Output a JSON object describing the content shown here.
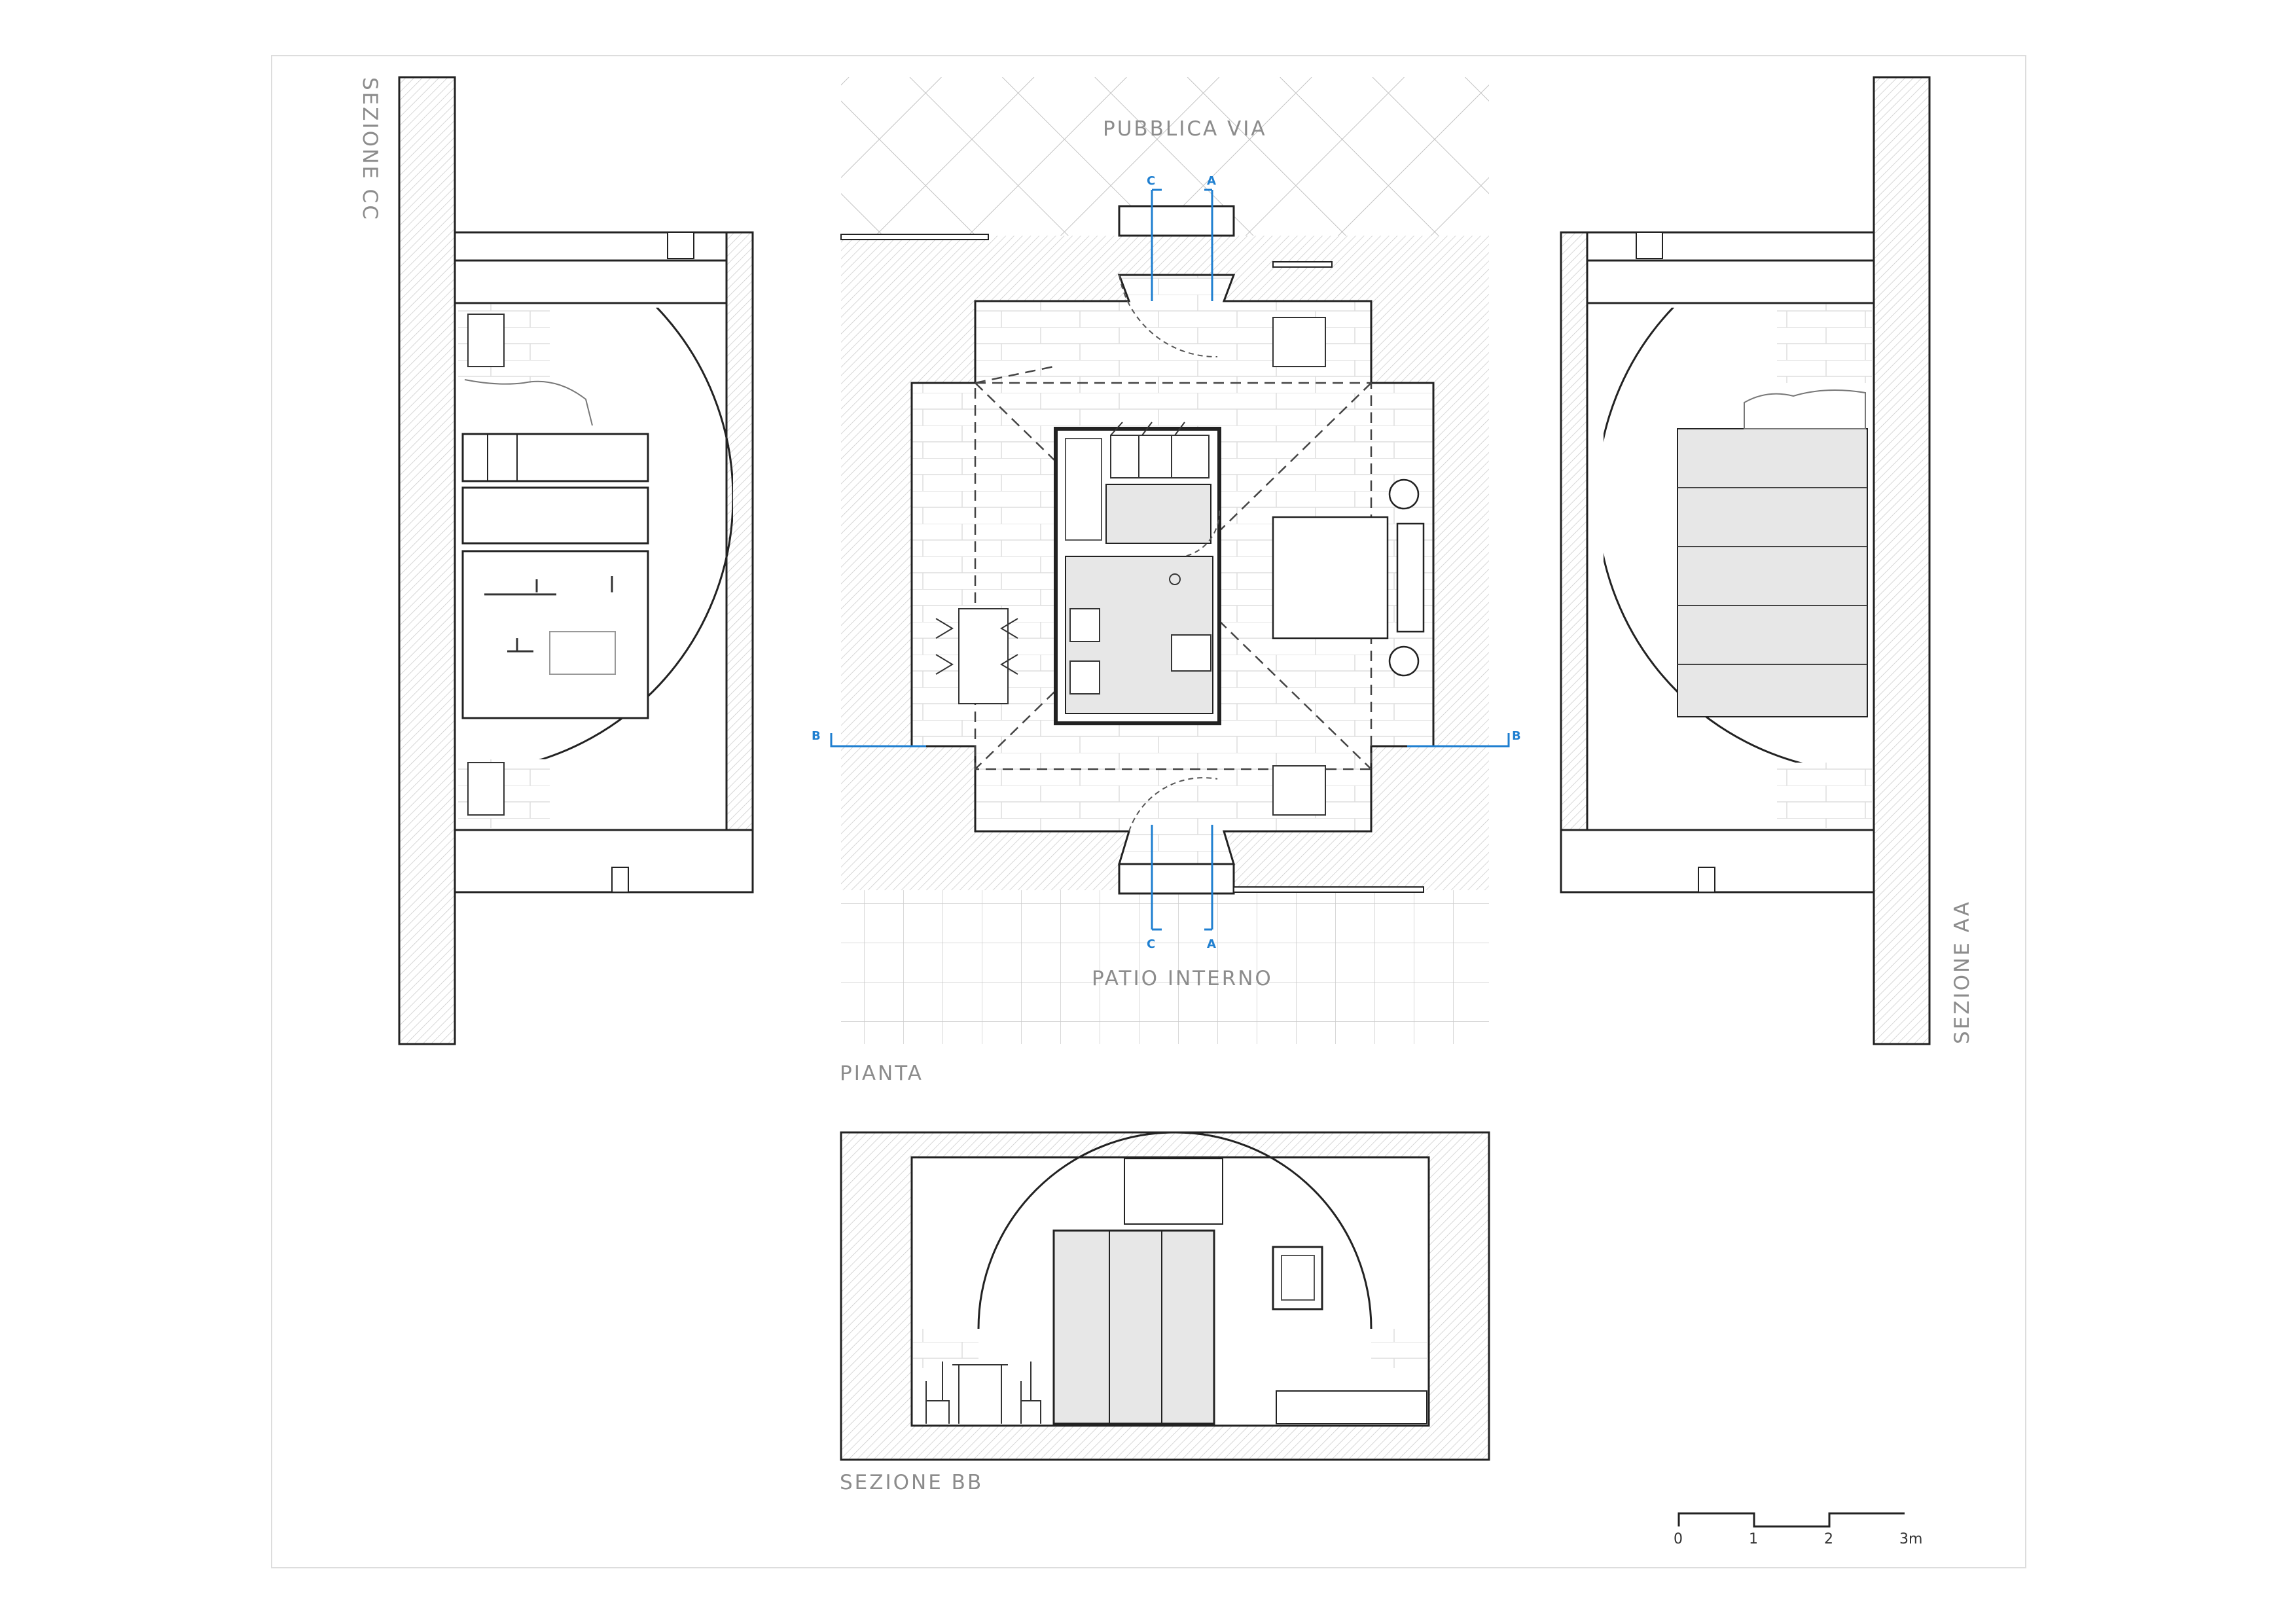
{
  "labels": {
    "pubblica_via": "PUBBLICA VIA",
    "patio_interno": "PATIO INTERNO",
    "pianta": "PIANTA",
    "sezione_bb": "SEZIONE BB",
    "sezione_cc": "SEZIONE CC",
    "sezione_aa": "SEZIONE AA"
  },
  "section_markers": {
    "a": "A",
    "b": "B",
    "c": "C"
  },
  "scale_bar": {
    "ticks": [
      "0",
      "1",
      "2",
      "3m"
    ]
  },
  "colors": {
    "line": "#222222",
    "accent": "#1f7fd0",
    "text": "#8c8c8c",
    "fill": "#e7e7e7"
  }
}
